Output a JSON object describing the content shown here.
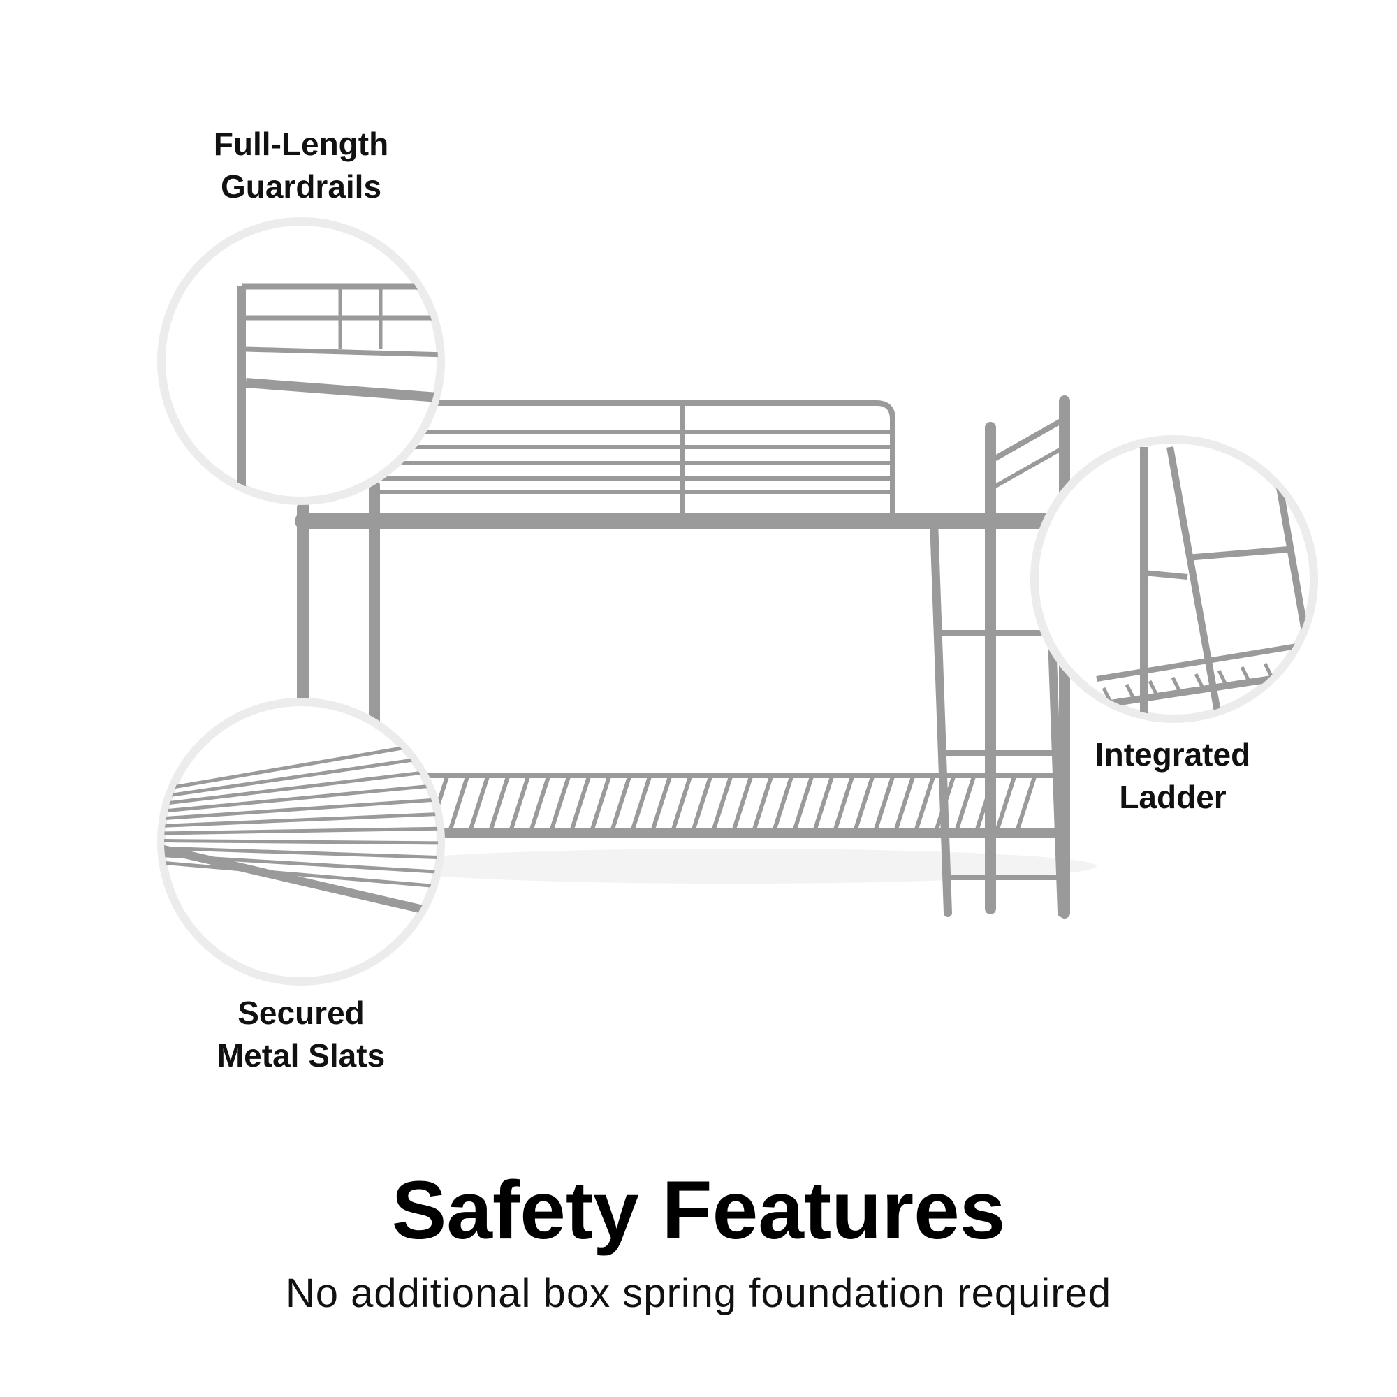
{
  "callouts": [
    {
      "line1": "Full-Length",
      "line2": "Guardrails",
      "icon": "guardrail-closeup"
    },
    {
      "line1": "Secured",
      "line2": "Metal Slats",
      "icon": "slats-closeup"
    },
    {
      "line1": "Integrated",
      "line2": "Ladder",
      "icon": "ladder-closeup"
    }
  ],
  "title": "Safety Features",
  "subtitle": "No additional box spring foundation required",
  "colors": {
    "metal": "#9a9a9a",
    "circle_border": "#ececec",
    "text": "#111111"
  }
}
